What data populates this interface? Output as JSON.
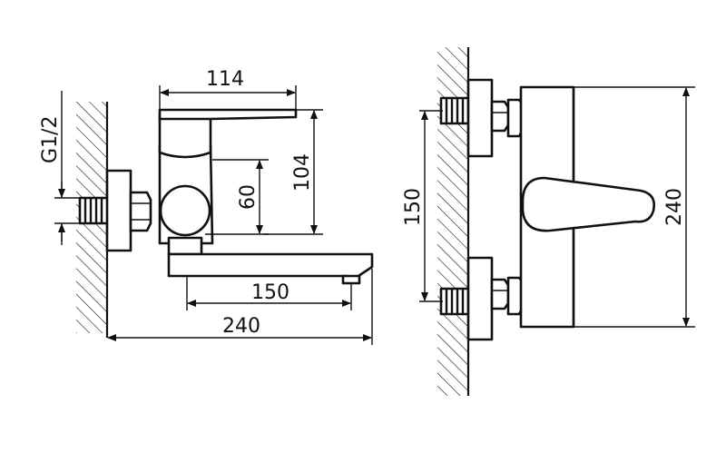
{
  "side_view": {
    "thread_label": "G1/2",
    "dims": {
      "lever_length": "114",
      "body_height": "104",
      "outlet_height": "60",
      "spout_reach": "150",
      "total_depth": "240"
    }
  },
  "front_view": {
    "dims": {
      "inlet_spacing": "150",
      "body_height": "240"
    }
  }
}
